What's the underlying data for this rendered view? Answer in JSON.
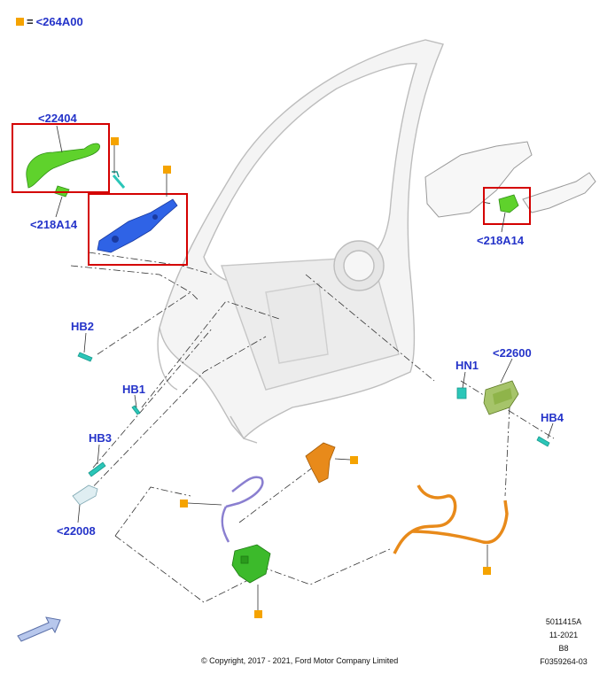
{
  "legend": {
    "code": "<264A00",
    "equals": "="
  },
  "callouts": {
    "handle_outer_left": "<22404",
    "cap_left": "<218A14",
    "cap_right": "<218A14",
    "hb2": "HB2",
    "hb1": "HB1",
    "hb3": "HB3",
    "cover_bottom_left": "<22008",
    "hn1": "HN1",
    "handle_inner": "<22600",
    "hb4": "HB4"
  },
  "footer": {
    "copyright": "© Copyright, 2017 - 2021, Ford Motor Company Limited",
    "ref_number": "5011415A",
    "date": "11-2021",
    "code": "B8",
    "figure_id": "F0359264-03"
  },
  "colors": {
    "callout_text": "#2433c9",
    "highlight_box": "#d40000",
    "marker": "#f5a300",
    "part_green": "#5fd22c",
    "part_blue": "#2f63e6",
    "part_orange": "#e88a1a",
    "part_teal": "#2bc6b8",
    "part_purple": "#8a7fd0"
  }
}
